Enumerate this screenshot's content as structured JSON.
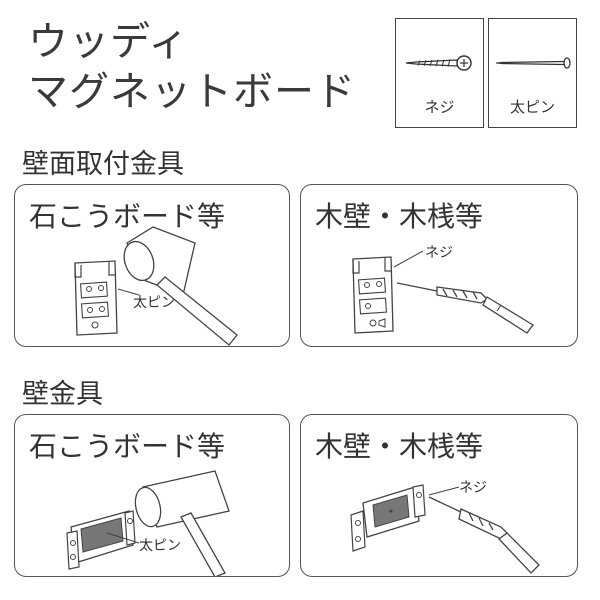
{
  "product": {
    "title_line1": "ウッディ",
    "title_line2": "マグネットボード"
  },
  "legend": [
    {
      "label": "ネジ",
      "icon": "screw-icon"
    },
    {
      "label": "太ピン",
      "icon": "pin-icon"
    }
  ],
  "sections": [
    {
      "title": "壁面取付金具",
      "panels": [
        {
          "title": "石こうボード等",
          "callout": "太ピン",
          "tool": "hammer"
        },
        {
          "title": "木壁・木桟等",
          "callout": "ネジ",
          "tool": "screwdriver"
        }
      ]
    },
    {
      "title": "壁金具",
      "panels": [
        {
          "title": "石こうボード等",
          "callout": "太ピン",
          "tool": "hammer"
        },
        {
          "title": "木壁・木桟等",
          "callout": "ネジ",
          "tool": "screwdriver"
        }
      ]
    }
  ]
}
